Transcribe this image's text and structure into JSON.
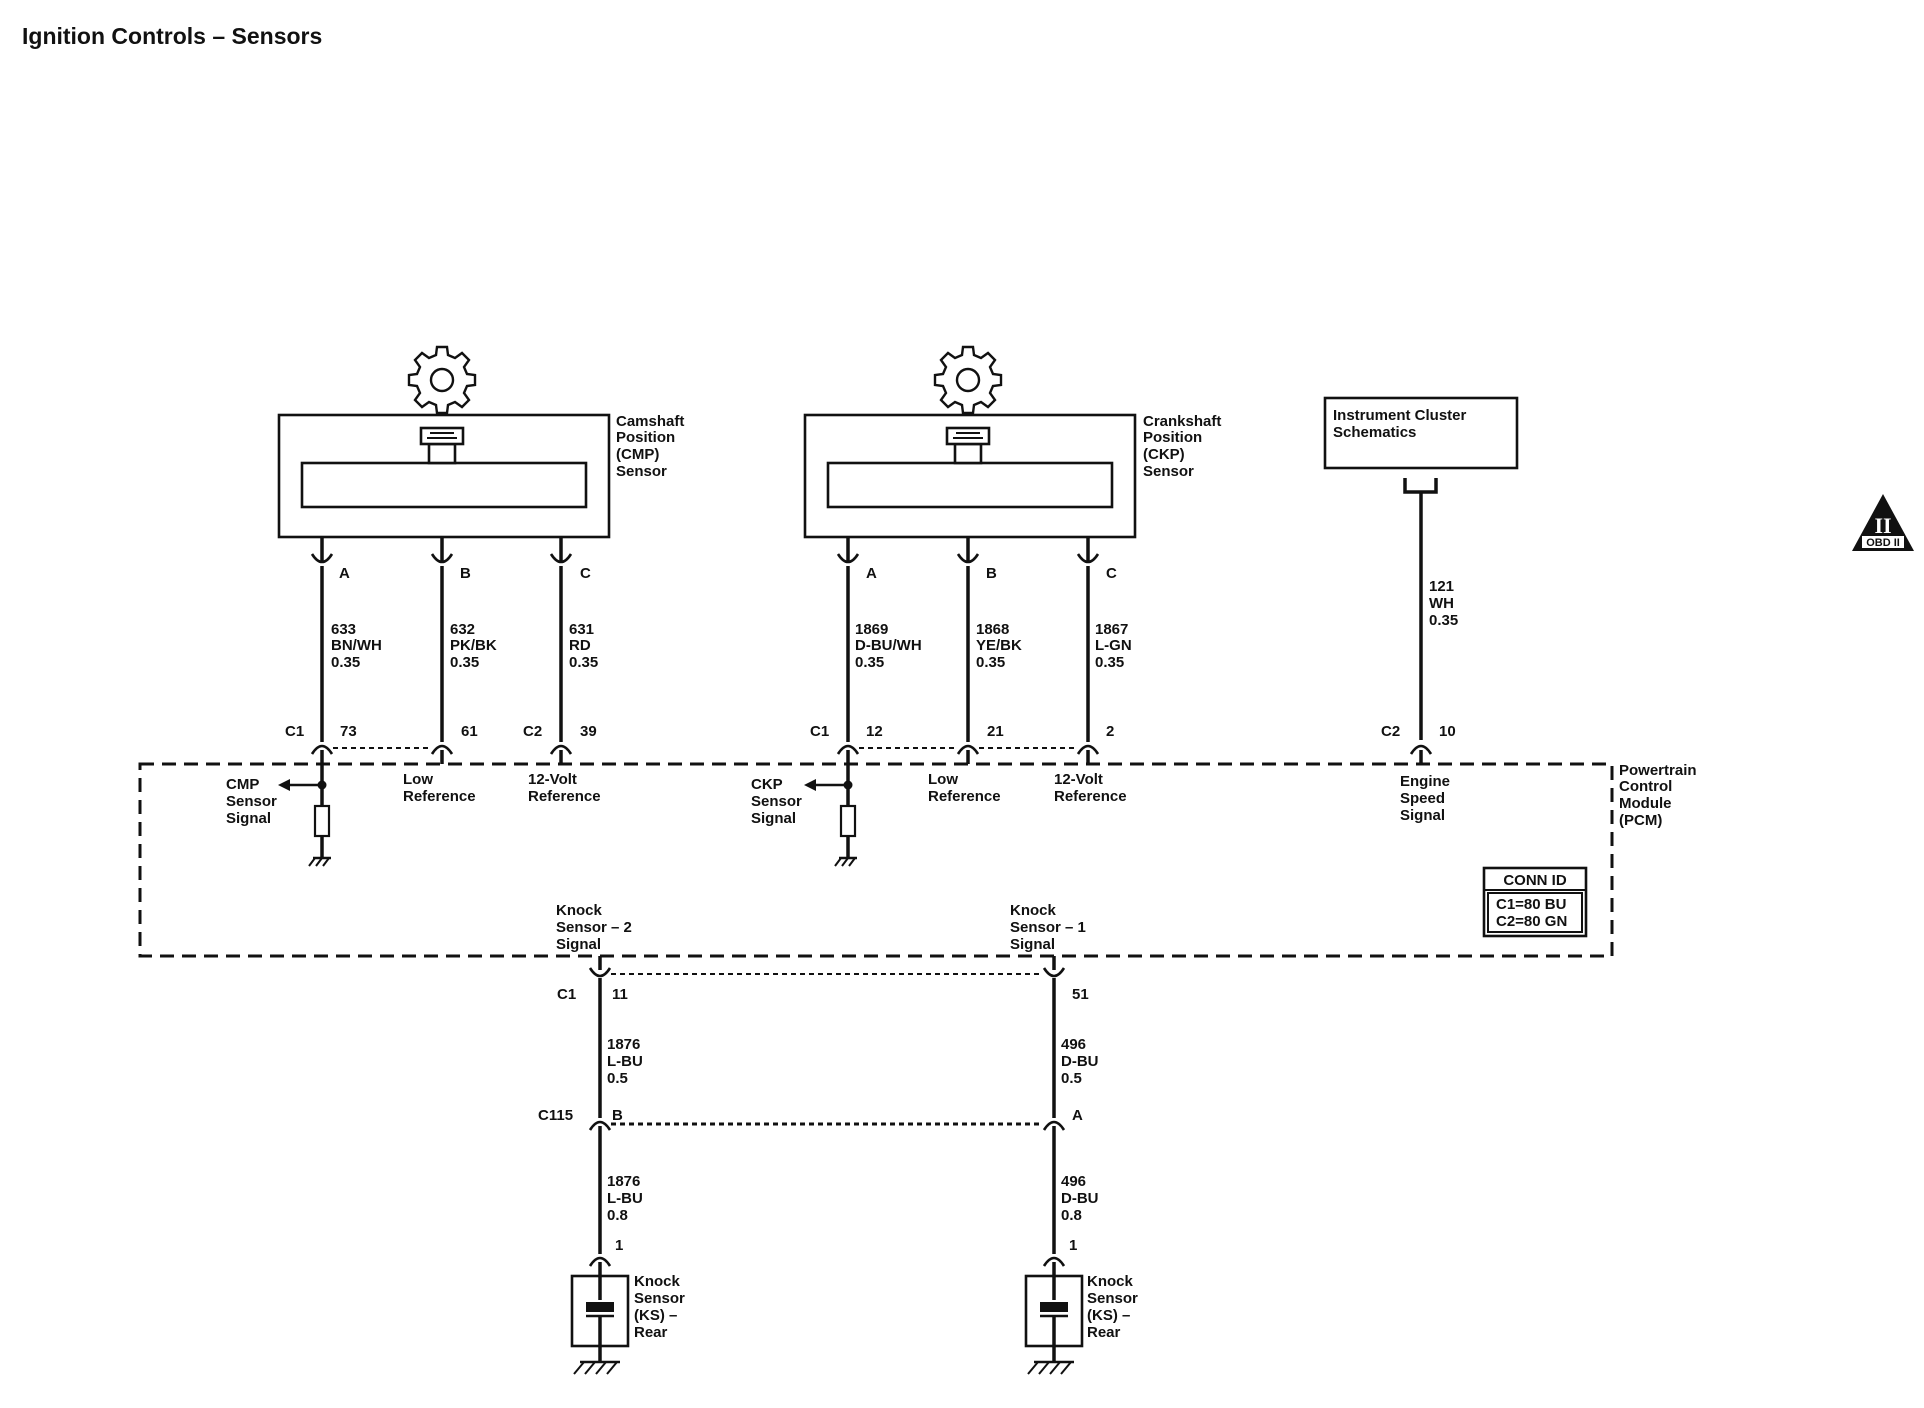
{
  "title": "Ignition Controls – Sensors",
  "obd_badge": {
    "numeral": "II",
    "text": "OBD II"
  },
  "cmp_sensor": {
    "label_lines": [
      "Camshaft",
      "Position",
      "(CMP)",
      "Sensor"
    ],
    "pins": [
      "A",
      "B",
      "C"
    ],
    "wires": [
      {
        "circuit": "633",
        "color": "BN/WH",
        "gauge": "0.35"
      },
      {
        "circuit": "632",
        "color": "PK/BK",
        "gauge": "0.35"
      },
      {
        "circuit": "631",
        "color": "RD",
        "gauge": "0.35"
      }
    ],
    "pcm_pins": [
      {
        "connector": "C1",
        "pin": "73"
      },
      {
        "connector": "",
        "pin": "61"
      },
      {
        "connector": "C2",
        "pin": "39"
      }
    ]
  },
  "ckp_sensor": {
    "label_lines": [
      "Crankshaft",
      "Position",
      "(CKP)",
      "Sensor"
    ],
    "pins": [
      "A",
      "B",
      "C"
    ],
    "wires": [
      {
        "circuit": "1869",
        "color": "D-BU/WH",
        "gauge": "0.35"
      },
      {
        "circuit": "1868",
        "color": "YE/BK",
        "gauge": "0.35"
      },
      {
        "circuit": "1867",
        "color": "L-GN",
        "gauge": "0.35"
      }
    ],
    "pcm_pins": [
      {
        "connector": "C1",
        "pin": "12"
      },
      {
        "connector": "",
        "pin": "21"
      },
      {
        "connector": "",
        "pin": "2"
      }
    ]
  },
  "instrument_cluster": {
    "label_lines": [
      "Instrument Cluster",
      "Schematics"
    ],
    "wire": {
      "circuit": "121",
      "color": "WH",
      "gauge": "0.35"
    },
    "pcm_pin": {
      "connector": "C2",
      "pin": "10"
    }
  },
  "pcm": {
    "label_lines": [
      "Powertrain",
      "Control",
      "Module",
      "(PCM)"
    ],
    "signals": {
      "cmp_signal": [
        "CMP",
        "Sensor",
        "Signal"
      ],
      "cmp_low_ref": [
        "Low",
        "Reference"
      ],
      "cmp_12v_ref": [
        "12-Volt",
        "Reference"
      ],
      "ckp_signal": [
        "CKP",
        "Sensor",
        "Signal"
      ],
      "ckp_low_ref": [
        "Low",
        "Reference"
      ],
      "ckp_12v_ref": [
        "12-Volt",
        "Reference"
      ],
      "engine_speed": [
        "Engine",
        "Speed",
        "Signal"
      ],
      "ks2": [
        "Knock",
        "Sensor – 2",
        "Signal"
      ],
      "ks1": [
        "Knock",
        "Sensor – 1",
        "Signal"
      ]
    },
    "conn_id": {
      "title": "CONN ID",
      "lines": [
        "C1=80 BU",
        "C2=80 GN"
      ]
    }
  },
  "knock_circuits": {
    "pcm_connector": "C1",
    "ks2_pin": "11",
    "ks1_pin": "51",
    "upper_wires": [
      {
        "circuit": "1876",
        "color": "L-BU",
        "gauge": "0.5"
      },
      {
        "circuit": "496",
        "color": "D-BU",
        "gauge": "0.5"
      }
    ],
    "inline_connector": {
      "name": "C115",
      "pins": [
        "B",
        "A"
      ]
    },
    "lower_wires": [
      {
        "circuit": "1876",
        "color": "L-BU",
        "gauge": "0.8"
      },
      {
        "circuit": "496",
        "color": "D-BU",
        "gauge": "0.8"
      }
    ],
    "sensor_pins": [
      "1",
      "1"
    ],
    "ks_rear": [
      "Knock",
      "Sensor",
      "(KS) –",
      "Rear"
    ],
    "ks_front": [
      "Knock",
      "Sensor",
      "(KS) –",
      "Rear"
    ]
  }
}
